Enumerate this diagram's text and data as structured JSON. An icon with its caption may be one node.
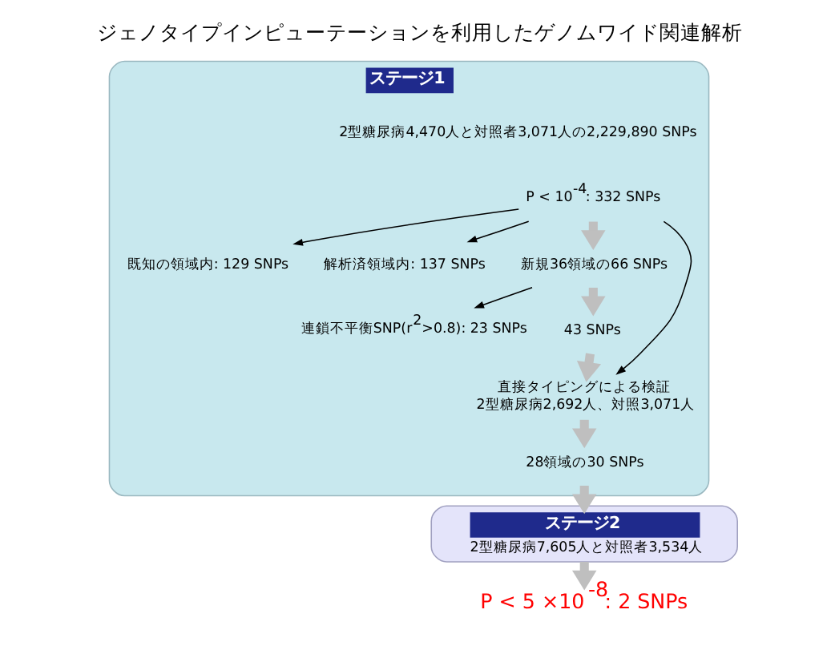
{
  "diagram": {
    "title": "ジェノタイプインピューテーションを利用したゲノムワイド関連解析",
    "nodes": [
      {
        "text": [
          "ステージ1"
        ]
      },
      {
        "text": [
          "2型糖尿病4,470人と対照者3,071人の2,229,890 SNPs"
        ],
        "in": 0
      },
      {
        "text": [
          "P < 10$^{-4}$: 332 SNPs"
        ],
        "in": 0
      },
      {
        "text": [
          "既知の領域内: 129 SNPs"
        ],
        "in": 0
      },
      {
        "text": [
          "解析済領域内: 137 SNPs"
        ],
        "in": 0
      },
      {
        "text": [
          "新規36領域の66 SNPs"
        ],
        "in": 0
      },
      {
        "text": [
          "連鎖不平衡SNP(r$^{2}$>0.8): 23 SNPs"
        ],
        "in": 0
      },
      {
        "text": [
          "43 SNPs"
        ],
        "in": 0
      },
      {
        "text": [
          "直接タイピングによる検証",
          "2型糖尿病2,692人、対照3,071人"
        ],
        "in": 0
      },
      {
        "text": [
          "28領域の30 SNPs"
        ],
        "in": 0
      },
      {
        "text": [
          "ステージ2",
          "2型糖尿病7,605人と対照者3,534人"
        ]
      },
      {
        "text": [
          "P < 5 ×10$^{-8}$: 2 SNPs"
        ]
      }
    ],
    "edges": [
      {
        "from": 2,
        "to": 5,
        "arrow": "to"
      },
      {
        "from": 2,
        "to": 3,
        "arrow": "to",
        "color": "#000000"
      },
      {
        "from": 2,
        "to": 4,
        "arrow": "to",
        "color": "#000000"
      },
      {
        "from": 5,
        "to": 7,
        "arrow": "to"
      },
      {
        "from": 5,
        "to": 6,
        "arrow": "to",
        "color": "#000000"
      },
      {
        "from": 2,
        "to": 8,
        "arrow": "to",
        "color": "#000000"
      },
      {
        "from": 7,
        "to": 8,
        "arrow": "to"
      },
      {
        "from": 8,
        "to": 9,
        "arrow": "to"
      },
      {
        "from": 9,
        "to": 10,
        "arrow": "to"
      },
      {
        "from": 10,
        "to": 11,
        "arrow": "to"
      }
    ]
  }
}
